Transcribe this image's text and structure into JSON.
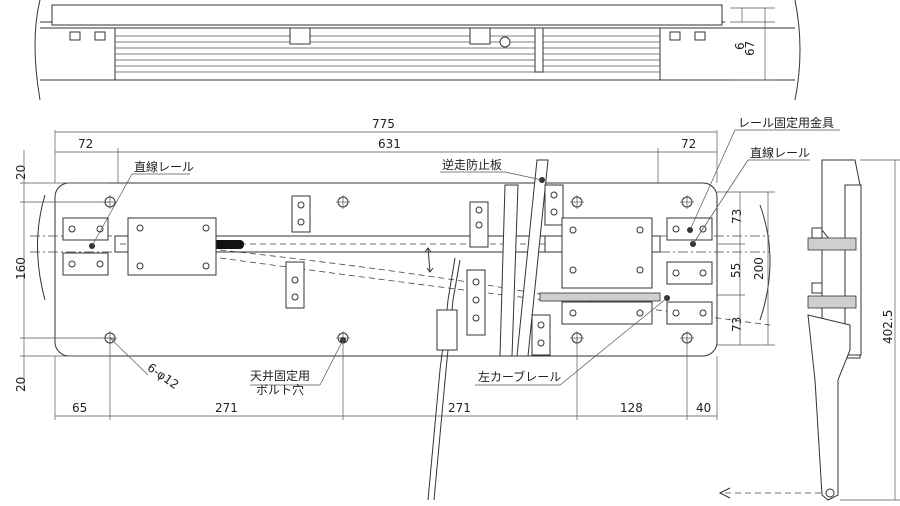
{
  "top_view": {
    "dim_6": "6",
    "dim_67": "67"
  },
  "plan_view": {
    "dim_overall_width": "775",
    "dim_left_margin": "72",
    "dim_inner_span": "631",
    "dim_right_margin": "72",
    "dim_left_height_top": "20",
    "dim_left_height_mid": "160",
    "dim_left_height_bottom": "20",
    "dim_right_73_top": "73",
    "dim_right_55": "55",
    "dim_right_73_bottom": "73",
    "dim_right_200": "200",
    "dim_bottom_65": "65",
    "dim_bottom_271_a": "271",
    "dim_bottom_271_b": "271",
    "dim_bottom_128": "128",
    "dim_bottom_40": "40",
    "label_rail_fixing_bracket": "レール固定用金具",
    "label_straight_rail_left": "直線レール",
    "label_straight_rail_right": "直線レール",
    "label_reverse_stop_plate": "逆走防止板",
    "label_ceiling_bolt_hole_line1": "天井固定用",
    "label_ceiling_bolt_hole_line2": "ボルト穴",
    "label_hole_spec": "6-φ12",
    "label_left_curve_rail": "左カーブレール"
  },
  "side_view": {
    "dim_height": "402.5"
  }
}
